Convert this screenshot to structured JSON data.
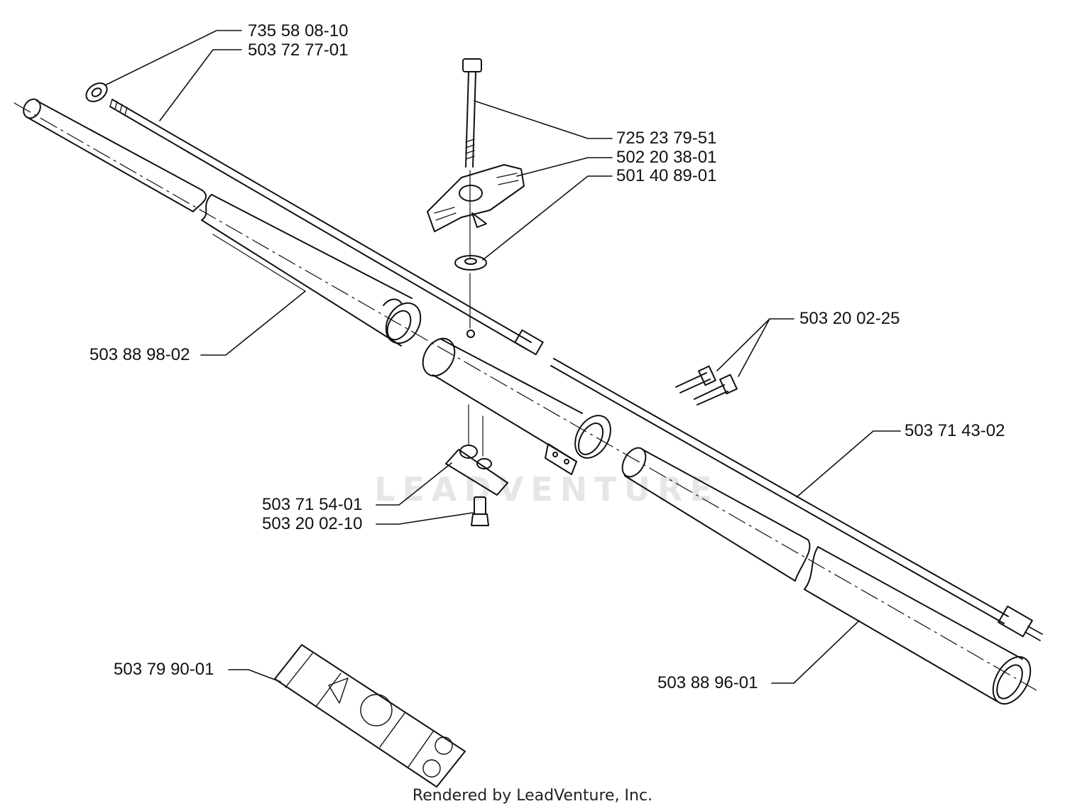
{
  "parts": [
    {
      "id": "p1",
      "number": "735 58 08-10"
    },
    {
      "id": "p2",
      "number": "503 72 77-01"
    },
    {
      "id": "p3",
      "number": "725 23 79-51"
    },
    {
      "id": "p4",
      "number": "502 20 38-01"
    },
    {
      "id": "p5",
      "number": "501 40 89-01"
    },
    {
      "id": "p6",
      "number": "503 20 02-25"
    },
    {
      "id": "p7",
      "number": "503 88 98-02"
    },
    {
      "id": "p8",
      "number": "503 71 43-02"
    },
    {
      "id": "p9",
      "number": "503 71 54-01"
    },
    {
      "id": "p10",
      "number": "503 20 02-10"
    },
    {
      "id": "p11",
      "number": "503 79 90-01"
    },
    {
      "id": "p12",
      "number": "503 88 96-01"
    }
  ],
  "watermark": "LEADVENTURE",
  "footer": "Rendered by LeadVenture, Inc.",
  "colors": {
    "line": "#111111",
    "watermark": "#e6e6e6"
  }
}
